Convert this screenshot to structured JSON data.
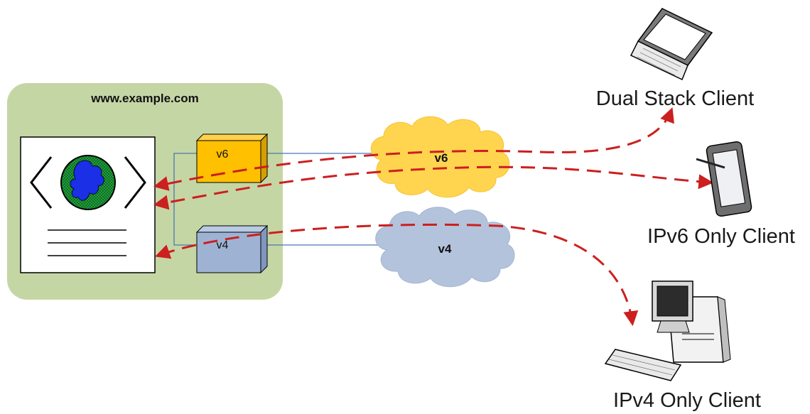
{
  "site": {
    "title": "www.example.com"
  },
  "stack": {
    "v6_label": "v6",
    "v4_label": "v4"
  },
  "clouds": {
    "v6_label": "v6",
    "v4_label": "v4"
  },
  "clients": [
    {
      "label": "Dual Stack Client",
      "device": "laptop-icon"
    },
    {
      "label": "IPv6 Only Client",
      "device": "tablet-icon"
    },
    {
      "label": "IPv4 Only Client",
      "device": "desktop-computer-icon"
    }
  ],
  "colors": {
    "server_panel": "#c5d6a5",
    "v6_box": "#ffc000",
    "v4_box": "#9eb3d4",
    "v6_cloud": "#ffd54f",
    "v4_cloud": "#b4c3dc",
    "link_line": "#4a78b5",
    "traffic_arrow": "#cc1f1f"
  }
}
